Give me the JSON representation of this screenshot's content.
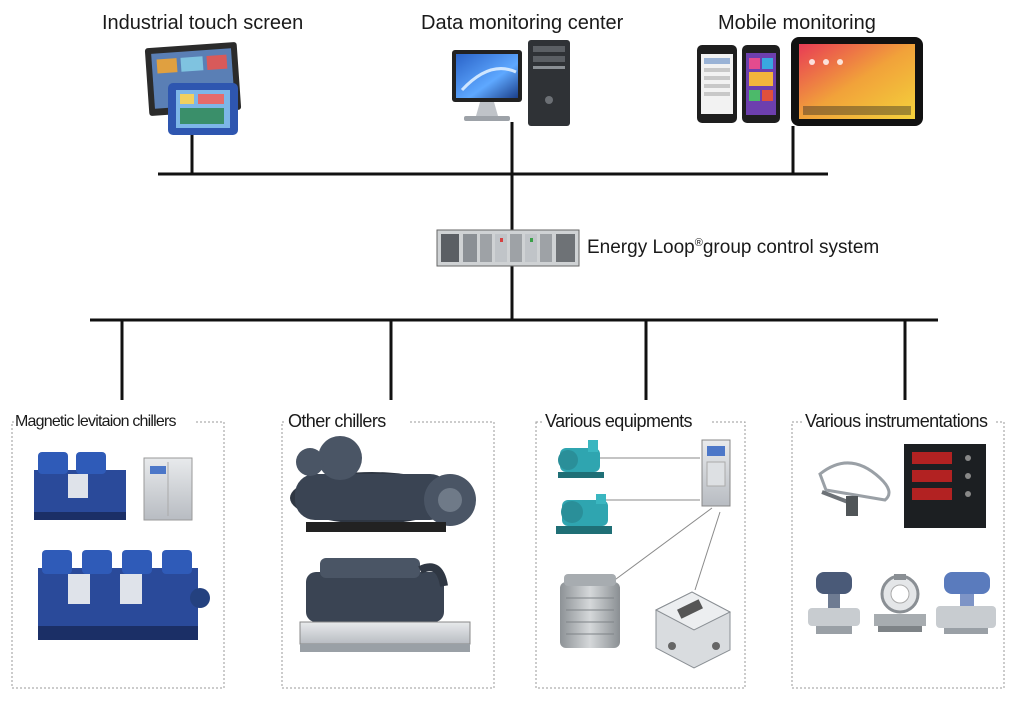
{
  "devices": {
    "touch_screen": {
      "label": "Industrial touch screen"
    },
    "data_center": {
      "label": "Data monitoring center"
    },
    "mobile": {
      "label": "Mobile monitoring"
    }
  },
  "controller": {
    "label_prefix": "Energy Loop",
    "label_mark": "®",
    "label_suffix": "group control system"
  },
  "groups": {
    "maglev": {
      "label": "Magnetic levitaion chillers"
    },
    "other": {
      "label": "Other chillers"
    },
    "equipments": {
      "label": "Various equipments"
    },
    "instruments": {
      "label": "Various instrumentations"
    }
  },
  "colors": {
    "line": "#111111",
    "chiller_blue": "#1f3d80",
    "chiller_dark": "#2a3340",
    "pump_teal": "#2fa5b0",
    "panel_border": "#9a9a9a"
  }
}
